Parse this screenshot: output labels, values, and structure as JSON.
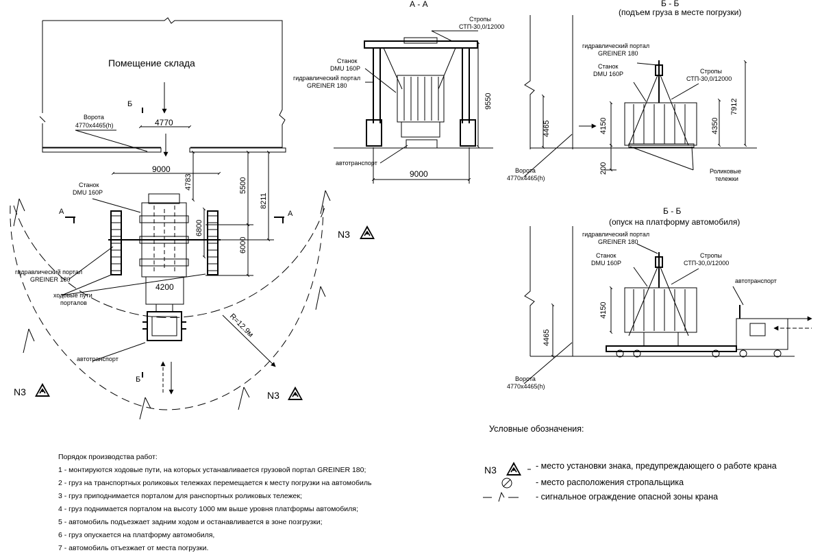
{
  "plan": {
    "room_label": "Помещение склада",
    "gate_label": "Ворота",
    "gate_size": "4770x4465(h)",
    "dim_4770": "4770",
    "dim_9000": "9000",
    "dim_4783": "4783",
    "dim_5500": "5500",
    "dim_8211": "8211",
    "dim_6800": "6800",
    "dim_6000": "6000",
    "dim_4200": "4200",
    "machine_label_1": "Станок",
    "machine_label_2": "DMU 160P",
    "portal_label_1": "гидравлический портал",
    "portal_label_2": "GREINER 180",
    "tracks_label_1": "ходовые пути",
    "tracks_label_2": "порталов",
    "truck_label": "автотранспорт",
    "radius": "R=12.9м",
    "section_a": "А",
    "section_b": "Б",
    "n3": "N3"
  },
  "section_aa": {
    "title": "А - А",
    "slings_1": "Стропы",
    "slings_2": "СТП-30,0/12000",
    "machine_1": "Станок",
    "machine_2": "DMU 160P",
    "portal_1": "гидравлический портал",
    "portal_2": "GREINER 180",
    "dim_9550": "9550",
    "truck": "автотранспорт",
    "dim_9000": "9000"
  },
  "section_bb1": {
    "title": "Б - Б",
    "subtitle": "(подъем груза в месте погрузки)",
    "portal_1": "гидравлический портал",
    "portal_2": "GREINER 180",
    "machine_1": "Станок",
    "machine_2": "DMU 160P",
    "slings_1": "Стропы",
    "slings_2": "СТП-30,0/12000",
    "dim_4465": "4465",
    "dim_4150": "4150",
    "dim_4350": "4350",
    "dim_7912": "7912",
    "dim_200": "200",
    "gate_1": "Ворота",
    "gate_2": "4770x4465(h)",
    "rollers_1": "Роликовые",
    "rollers_2": "тележки"
  },
  "section_bb2": {
    "title": "Б - Б",
    "subtitle": "(опуск на платформу автомобиля)",
    "portal_1": "гидравлический портал",
    "portal_2": "GREINER 180",
    "machine_1": "Станок",
    "machine_2": "DMU 160P",
    "slings_1": "Стропы",
    "slings_2": "СТП-30,0/12000",
    "truck": "автотранспорт",
    "dim_4150": "4150",
    "dim_4465": "4465",
    "gate_1": "Ворота",
    "gate_2": "4770x4465(h)"
  },
  "legend": {
    "title": "Условные обозначения:",
    "n3": "N3",
    "items": [
      "- место установки знака, предупреждающего о работе крана",
      "- место расположения стропальщика",
      "- сигнальное ограждение опасной зоны крана"
    ]
  },
  "procedure": {
    "title": "Порядок производства работ:",
    "steps": [
      "1 - монтируются ходовые пути, на которых устанавливается грузовой портал GREINER 180;",
      "2 -  груз на транспортных роликовых тележках перемещается к месту погрузки на автомобиль",
      "3 - груз приподнимается порталом для ранспортных роликовых тележек;",
      "4 - груз поднимается порталом на высоту 1000 мм выше уровня платформы автомобиля;",
      "5 - автомобиль подъезжает задним ходом и останавливается в зоне позгрузки;",
      "6 - груз опускается на платформу  автомобиля,",
      "7 - автомобиль отъезжает от места погрузки."
    ]
  }
}
